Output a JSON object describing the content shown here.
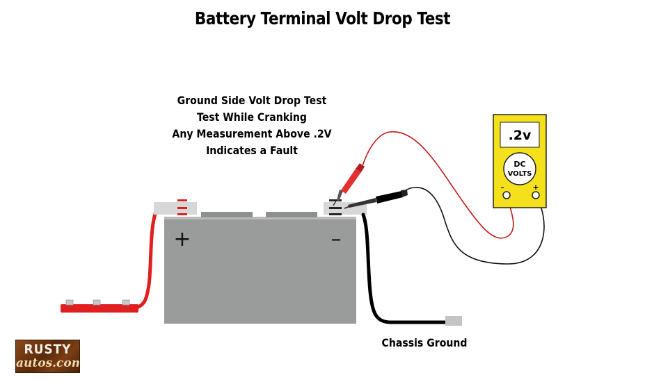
{
  "title": "Battery Terminal Volt Drop Test",
  "instructions": {
    "line1": "Ground Side Volt Drop Test",
    "line2": "Test While Cranking",
    "line3": "Any Measurement Above .2V",
    "line4": "Indicates a Fault"
  },
  "battery": {
    "positive_symbol": "+",
    "negative_symbol": "–"
  },
  "meter": {
    "reading": ".2v",
    "mode_line1": "DC",
    "mode_line2": "VOLTS",
    "minus_label": "–",
    "plus_label": "+"
  },
  "labels": {
    "chassis_ground": "Chassis Ground"
  },
  "logo": {
    "top": "RUSTY",
    "bottom": "autos.com"
  },
  "colors": {
    "battery_body": "#9a9b9b",
    "terminal": "#d7d7d7",
    "positive_wire": "#e02020",
    "negative_wire": "#000000",
    "meter_body": "#f4e11b",
    "probe_red": "#e53030",
    "probe_black": "#000000"
  }
}
